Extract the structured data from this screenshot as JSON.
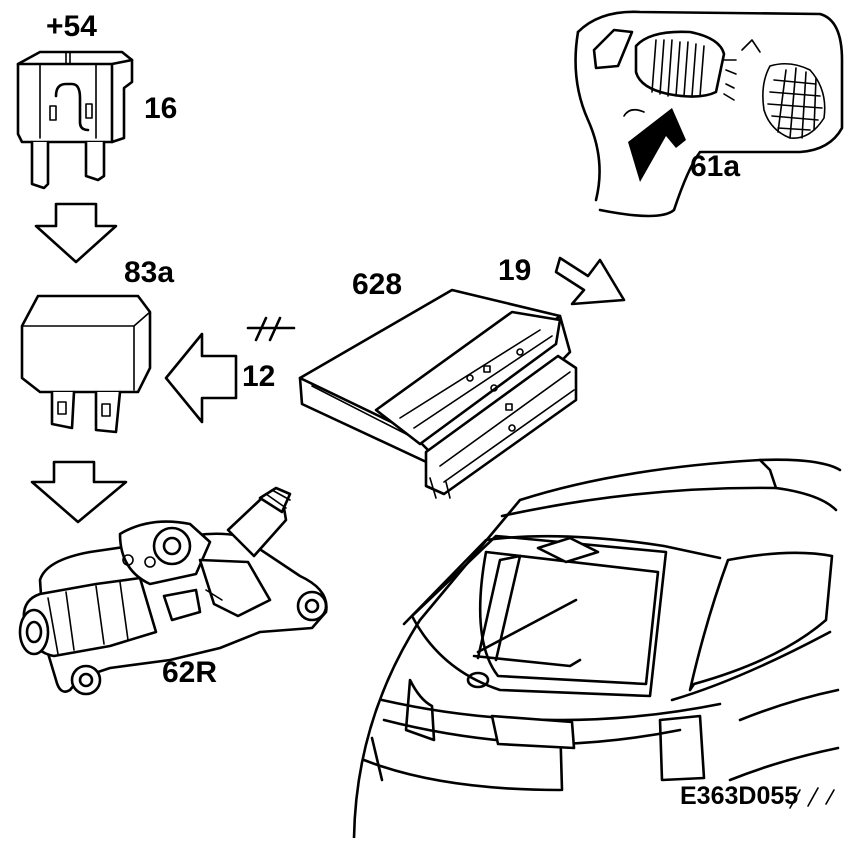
{
  "labels": {
    "fuse_supply": "+54",
    "fuse": "16",
    "relay": "83a",
    "control_unit": "628",
    "ground": "12",
    "switch_signal": "19",
    "switch": "61a",
    "wiper_motor": "62R",
    "figure_code": "E363D055"
  },
  "icons": {
    "fuse": "blade-fuse-icon",
    "relay": "relay-icon",
    "control_unit": "control-module-icon",
    "switch": "wiper-stalk-switch-icon",
    "motor": "wiper-motor-icon",
    "car": "rear-hatch-car-icon",
    "ground": "ground-symbol-icon"
  }
}
